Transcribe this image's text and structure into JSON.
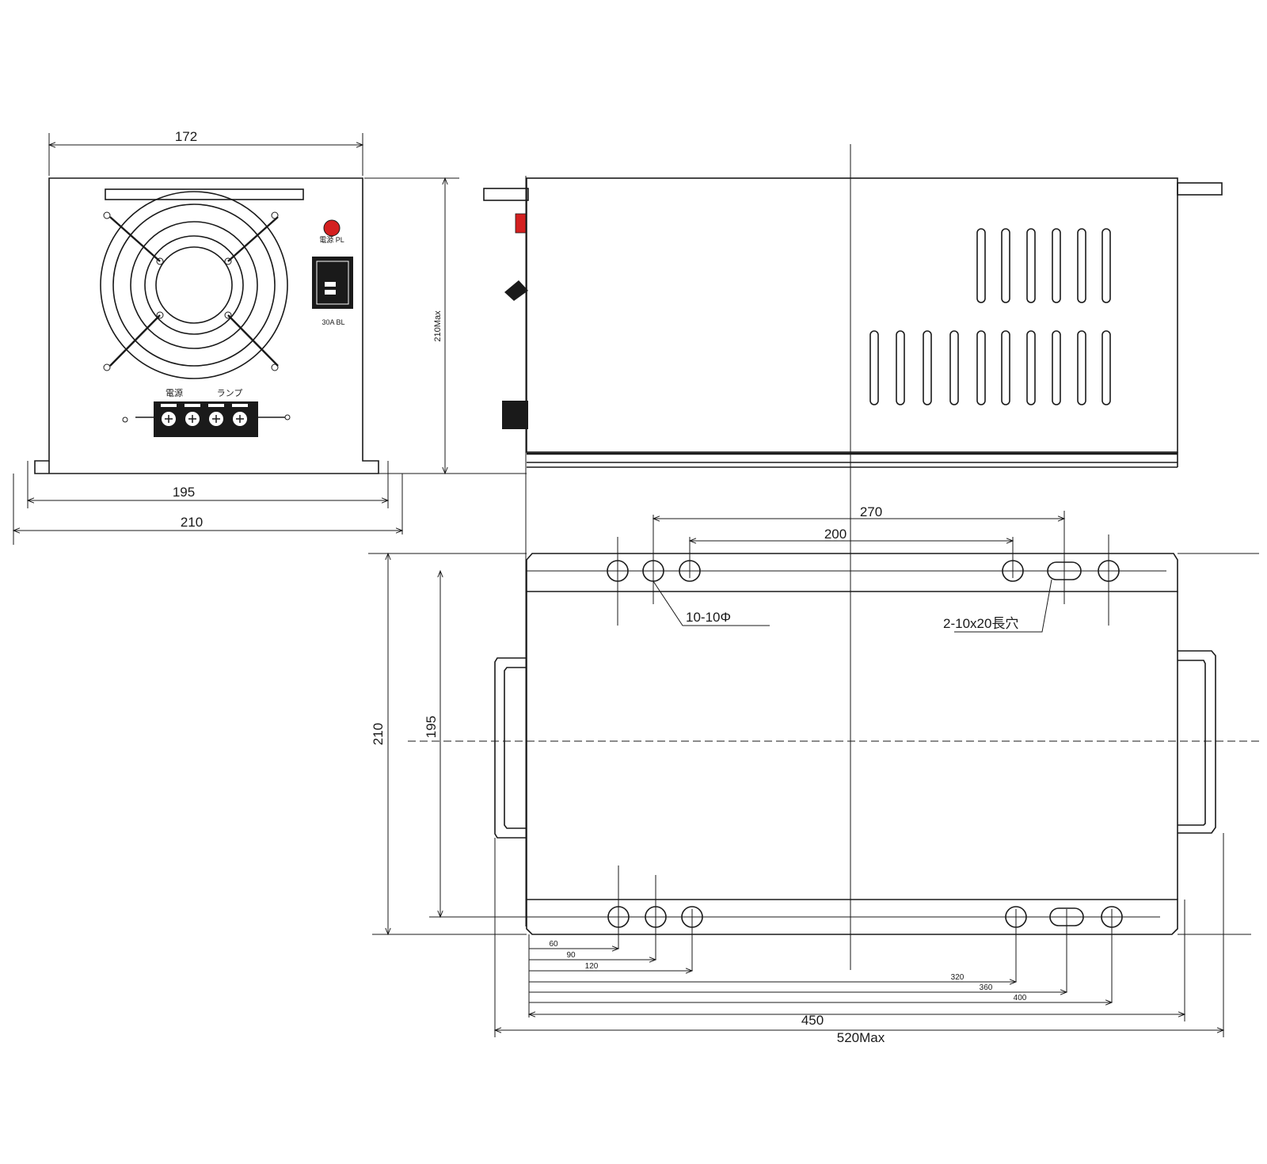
{
  "front_view": {
    "width_label": "172",
    "base_inner_label": "195",
    "base_outer_label": "210",
    "height_label": "210Max",
    "pilot_lamp_label": "電源 PL",
    "breaker_label": "30A BL",
    "terminal_power_label": "電源",
    "terminal_lamp_label": "ランプ"
  },
  "bottom_view": {
    "hole_span_outer_label": "270",
    "hole_span_inner_label": "200",
    "holes_note": "10-10Φ",
    "slots_note": "2-10x20長穴",
    "depth_outer_label": "210",
    "depth_inner_label": "195",
    "pos_60": "60",
    "pos_90": "90",
    "pos_120": "120",
    "pos_320": "320",
    "pos_360": "360",
    "pos_400": "400",
    "length_label": "450",
    "length_max_label": "520Max"
  },
  "colors": {
    "line": "#1a1a1a",
    "pilot_lamp": "#d42020",
    "indicator": "#d42020",
    "fill_dark": "#1a1a1a"
  }
}
